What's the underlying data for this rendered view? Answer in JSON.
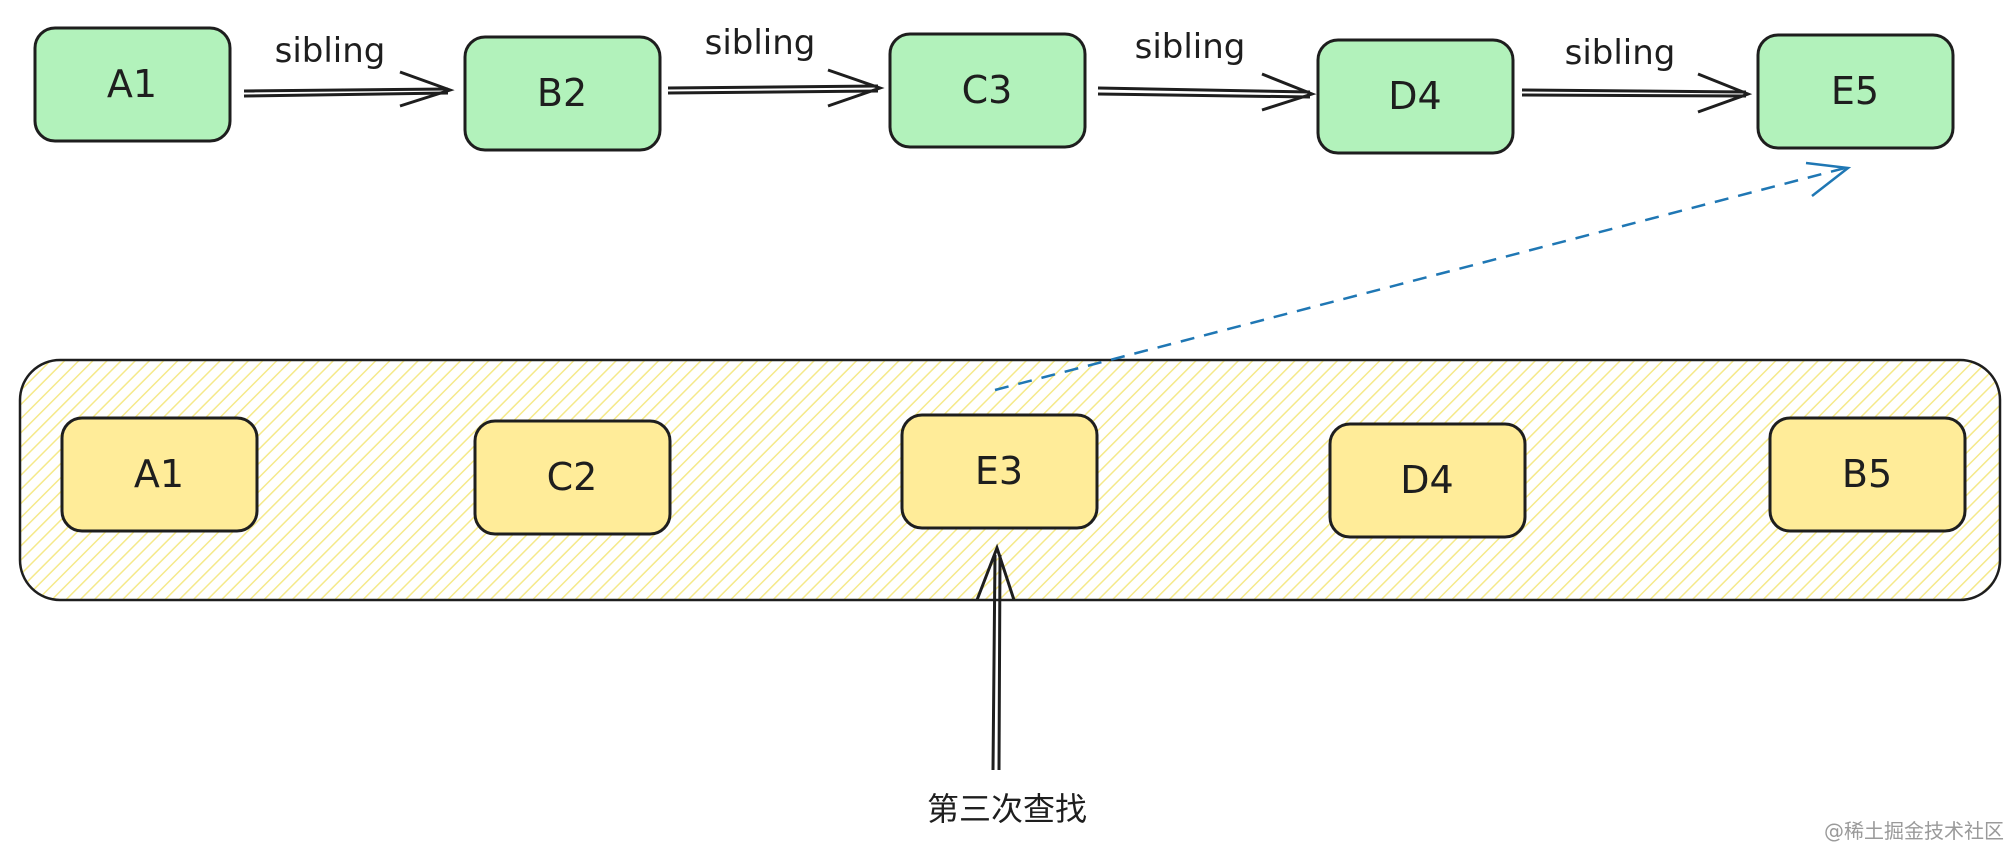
{
  "colors": {
    "stroke": "#1e1e1e",
    "top_node_fill": "#b2f2bb",
    "bottom_node_fill": "#ffec99",
    "container_hatch": "#f7eea0",
    "dashed_arrow": "#1f77b4"
  },
  "top_row": {
    "nodes": [
      {
        "label": "A1"
      },
      {
        "label": "B2"
      },
      {
        "label": "C3"
      },
      {
        "label": "D4"
      },
      {
        "label": "E5"
      }
    ],
    "edges": [
      {
        "label": "sibling"
      },
      {
        "label": "sibling"
      },
      {
        "label": "sibling"
      },
      {
        "label": "sibling"
      }
    ]
  },
  "bottom_row": {
    "nodes": [
      {
        "label": "A1"
      },
      {
        "label": "C2"
      },
      {
        "label": "E3"
      },
      {
        "label": "D4"
      },
      {
        "label": "B5"
      }
    ]
  },
  "pointer_caption": "第三次查找",
  "watermark": "@稀土掘金技术社区"
}
